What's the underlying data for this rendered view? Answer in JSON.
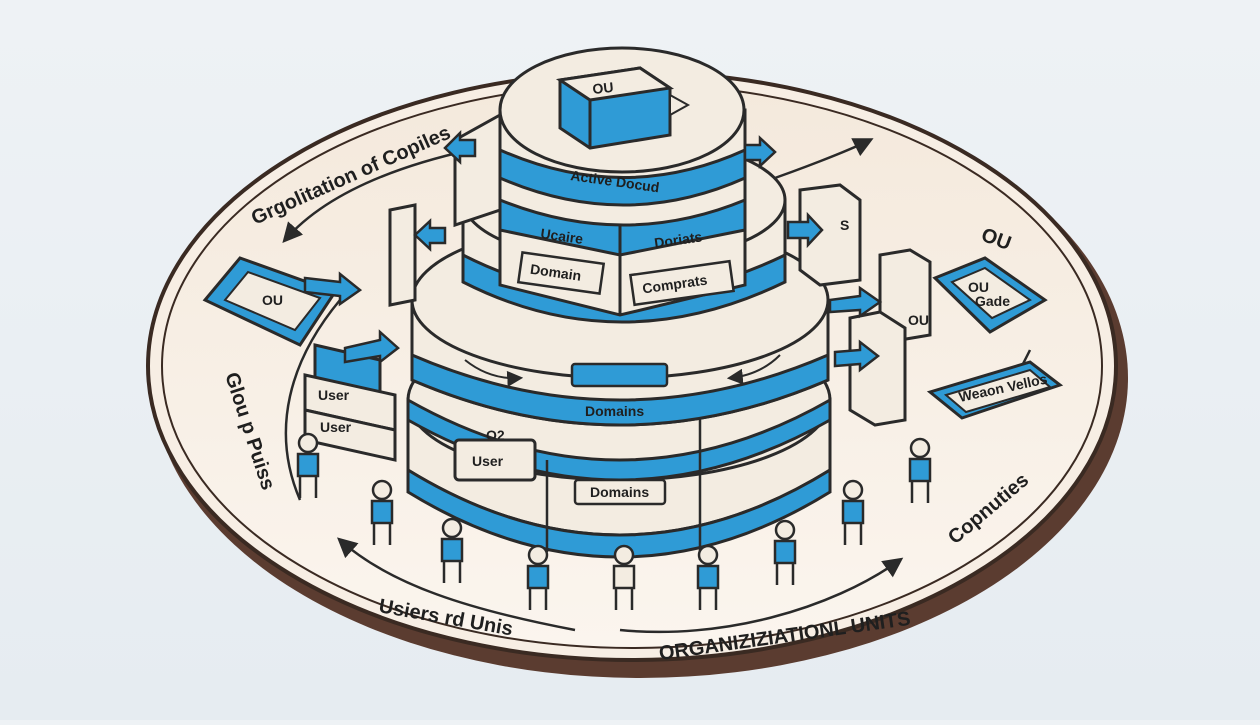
{
  "colors": {
    "accent": "#2f9bd6",
    "outline": "#2a2a2a",
    "cream": "#f3ece1",
    "platform_rim": "#6e4a3a",
    "background": "#eaeff3"
  },
  "diagram": {
    "top_block": {
      "title": "OU",
      "label": "Active Docud"
    },
    "tier1": {
      "left_tag": "Ucaire",
      "right_tag": "Doriats",
      "left_box": "Domain",
      "right_box": "Comprats"
    },
    "tier2": {
      "label": "Domains"
    },
    "tier3": {
      "small_text": "O2",
      "user_box": "User",
      "domains_box": "Domains"
    },
    "side_devices": {
      "left_tablet": "OU",
      "left_panel_top": "User",
      "left_panel_bottom": "User",
      "right_tablet_top": "OU",
      "right_tablet_sub": "Gade",
      "right_panel": "Weaon Vellos",
      "right_server_a": "S",
      "right_server_b": "OU"
    },
    "ring_labels": {
      "top_left": "Grgolitation of Copiles",
      "left": "Glou p Puiss",
      "bottom_left": "Usiers rd Unis",
      "bottom_center": "ORGANIZIZIATIONL UNITS",
      "right": "Copnuties",
      "top_right": "OU"
    }
  }
}
